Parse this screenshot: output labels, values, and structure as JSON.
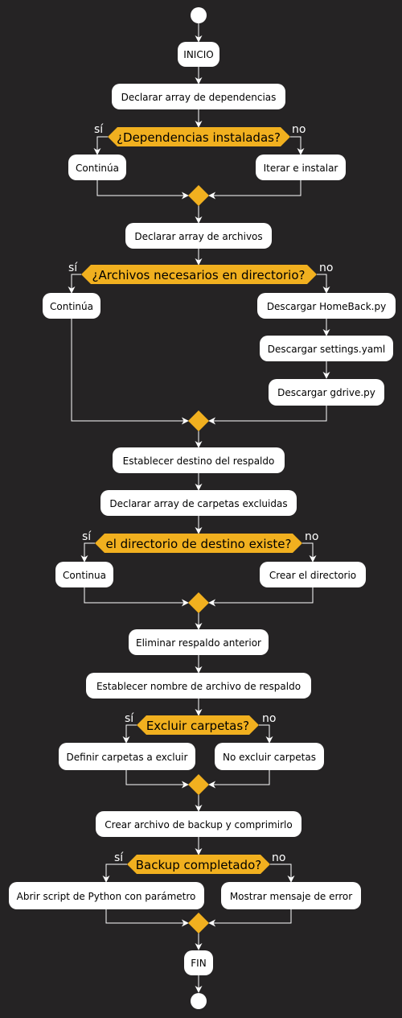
{
  "colors": {
    "background": "#252324",
    "box": "#ffffff",
    "condition": "#F1B01F",
    "line": "#ffffff",
    "text": "#000000"
  },
  "start": {
    "label": "INICIO"
  },
  "end": {
    "label": "FIN"
  },
  "actions": {
    "declare_deps": "Declarar array de dependencias",
    "continue_1": "Continúa",
    "iterate_install": "Iterar e instalar",
    "declare_files": "Declarar array de archivos",
    "continue_2": "Continúa",
    "download_homeback": "Descargar HomeBack.py",
    "download_settings": "Descargar settings.yaml",
    "download_gdrive": "Descargar gdrive.py",
    "set_destination": "Establecer destino del respaldo",
    "declare_excluded": "Declarar array de carpetas excluidas",
    "continue_3": "Continua",
    "create_directory": "Crear el directorio",
    "delete_previous": "Eliminar respaldo anterior",
    "set_filename": "Establecer nombre de archivo de respaldo",
    "define_excluded": "Definir carpetas a excluir",
    "no_exclude": "No excluir carpetas",
    "create_backup": "Crear archivo de backup y comprimirlo",
    "open_script": "Abrir script de Python con parámetro",
    "show_error": "Mostrar mensaje de error"
  },
  "conditions": {
    "deps_installed": "¿Dependencias instaladas?",
    "files_present": "¿Archivos necesarios en directorio?",
    "dest_exists": "el directorio de destino existe?",
    "exclude_folders": "Excluir carpetas?",
    "backup_done": "Backup completado?"
  },
  "branches": {
    "yes": "sí",
    "no": "no"
  }
}
